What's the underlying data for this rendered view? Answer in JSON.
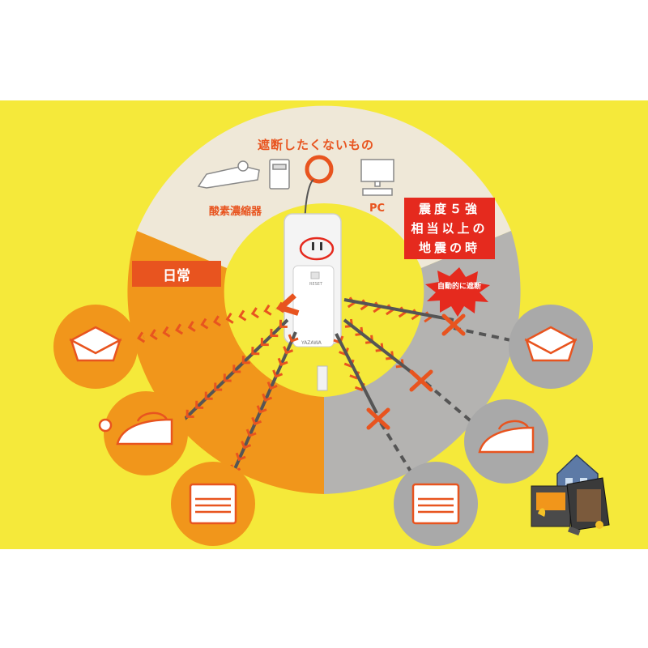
{
  "title": "遮断したくないもの",
  "protected_items": {
    "oxygen_label": "酸素濃縮器",
    "pc_label": "PC"
  },
  "normal_label": "日常",
  "earthquake": {
    "lines": [
      "震度５強",
      "相当以上の",
      "地震の時"
    ],
    "burst_label": "自動的に遮断"
  },
  "device": {
    "brand": "YAZAWA",
    "reset_label": "RESET"
  },
  "appliances": {
    "normal": [
      "heater-icon",
      "iron-icon",
      "stove-icon"
    ],
    "earthquake": [
      "heater-icon",
      "iron-icon",
      "stove-icon"
    ]
  },
  "colors": {
    "background": "#f5e93a",
    "ring_top": "#efe8d8",
    "ring_left": "#f1961b",
    "ring_right": "#b4b3b1",
    "circle_orange": "#f1961b",
    "circle_gray": "#a9a9a9",
    "accent_red": "#e8541f",
    "cross_red": "#e8541f"
  }
}
